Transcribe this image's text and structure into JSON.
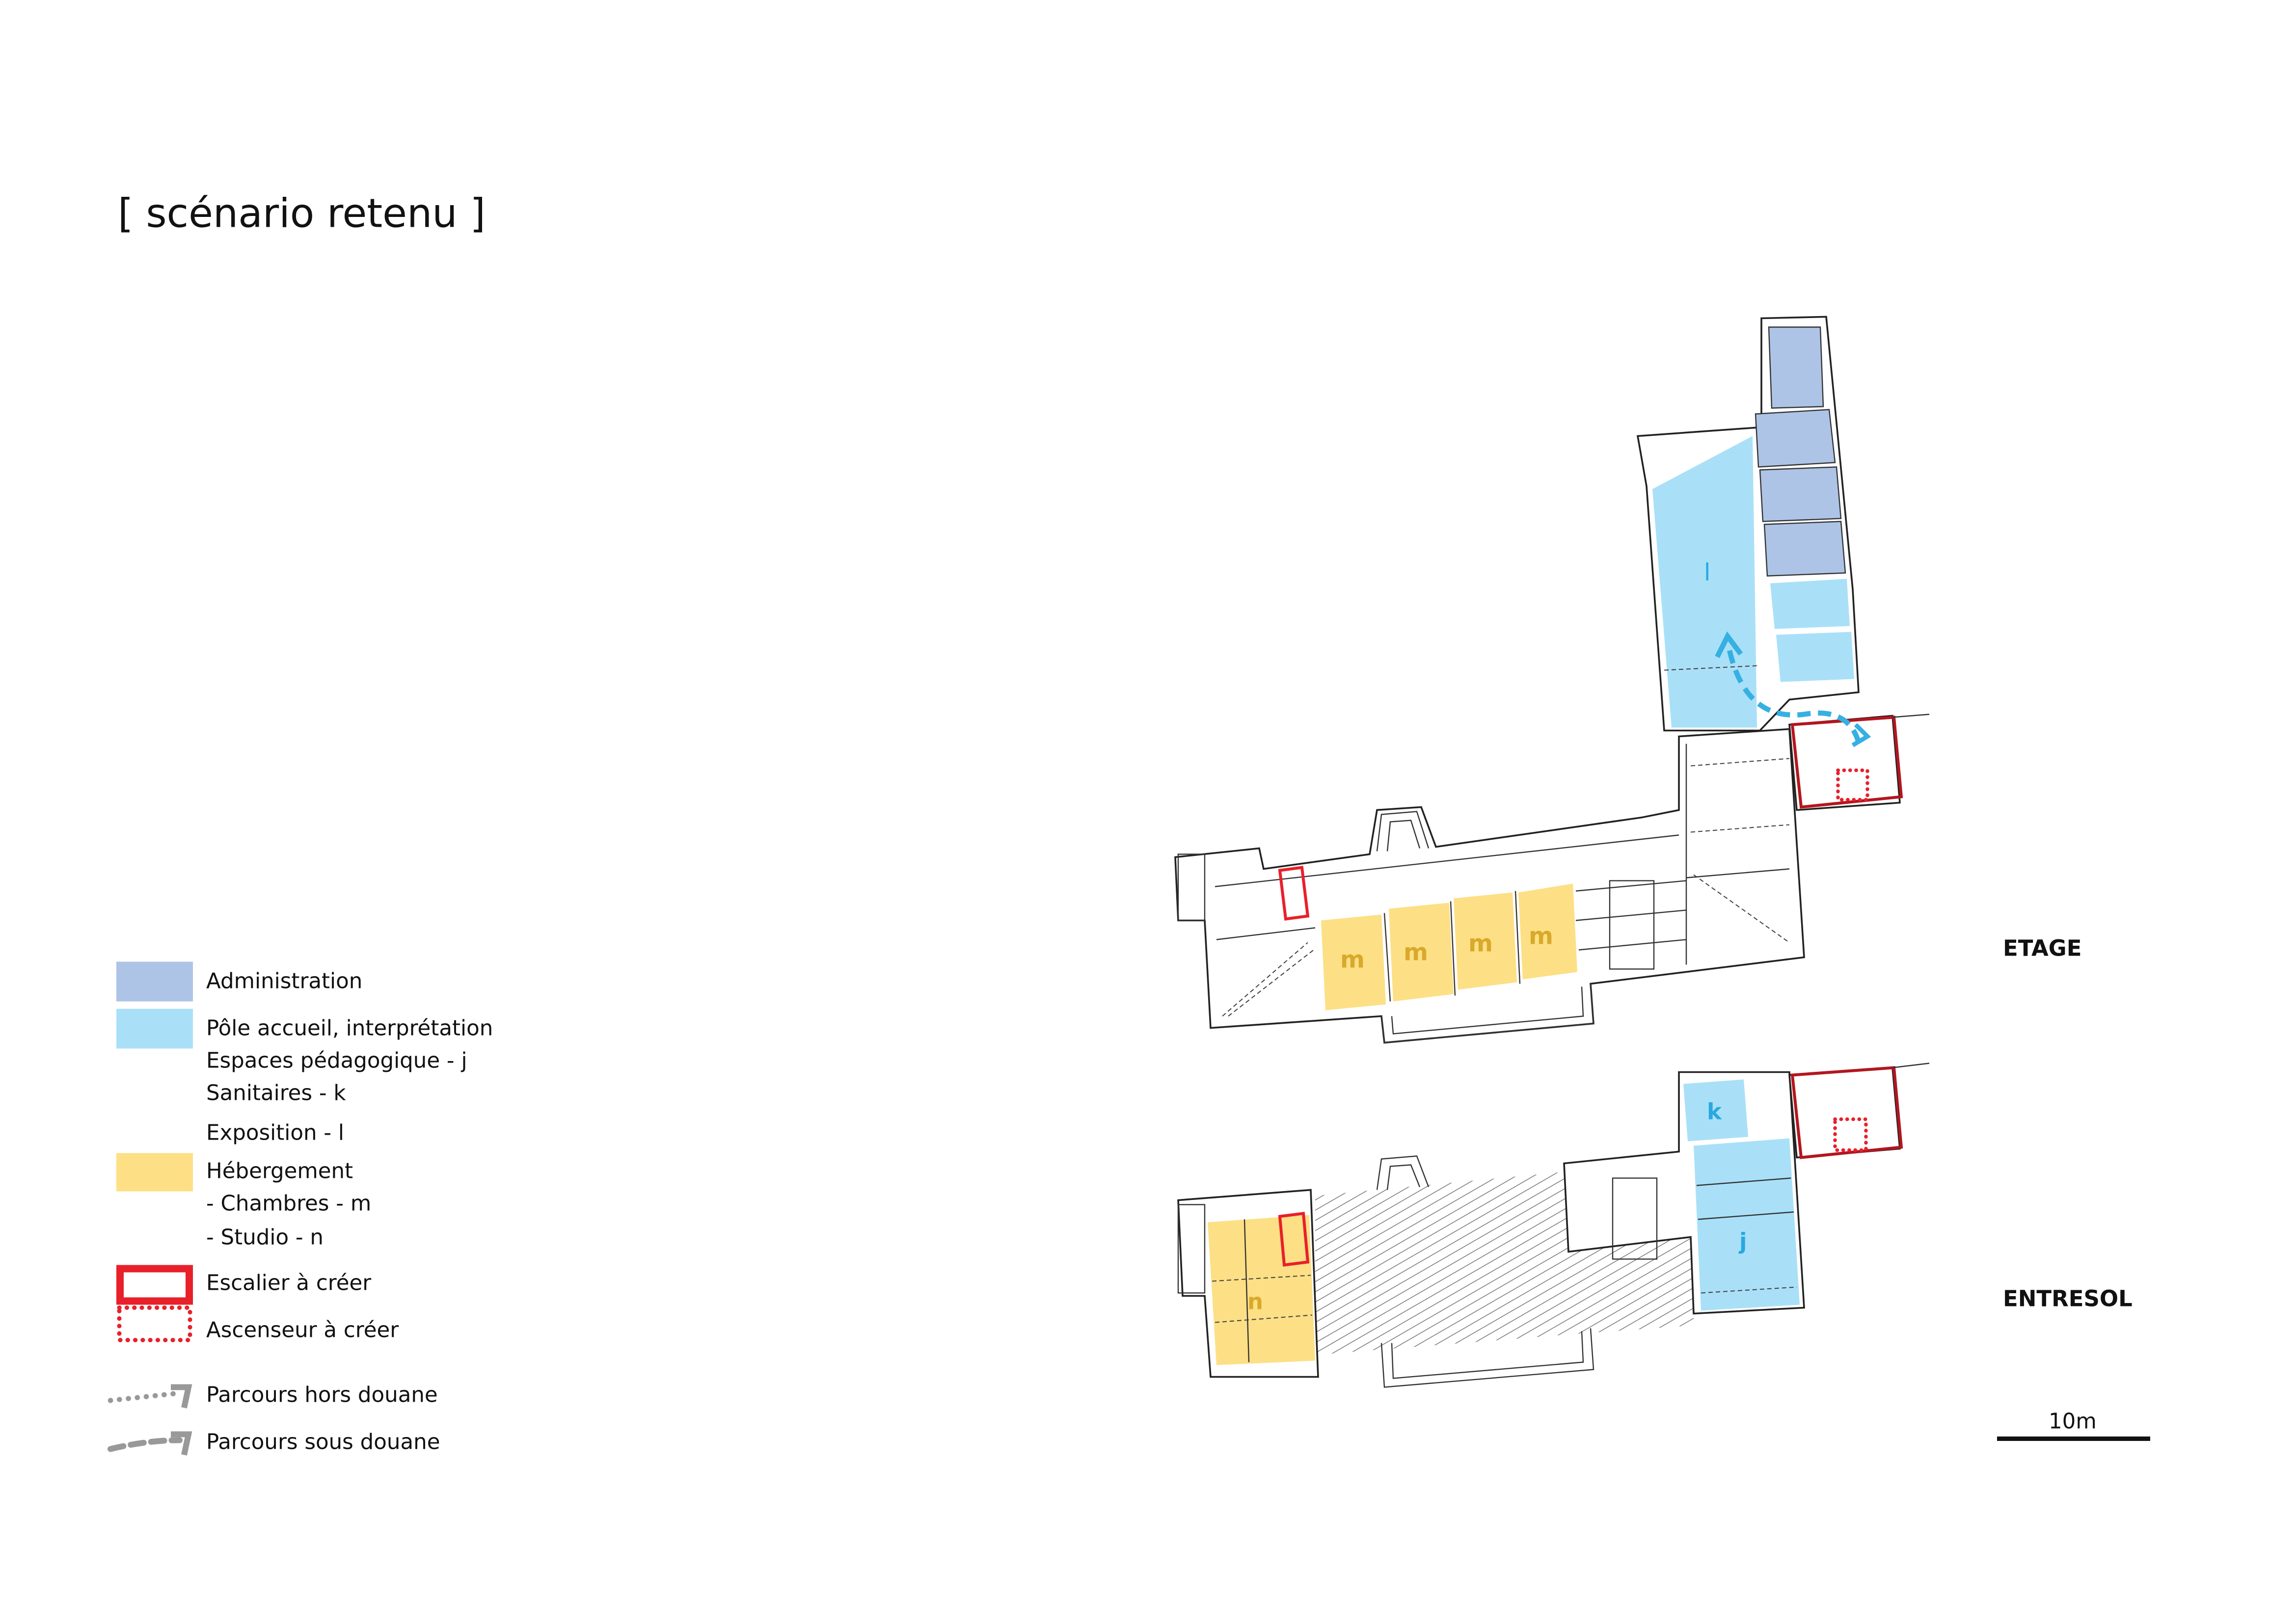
{
  "title": "[ scénario retenu ]",
  "legend": {
    "administration": "Administration",
    "pole_accueil": "Pôle accueil, interprétation",
    "espaces_pedagogique": "Espaces pédagogique - j",
    "sanitaires": "Sanitaires - k",
    "exposition": "Exposition - l",
    "hebergement": "Hébergement",
    "chambres": "- Chambres - m",
    "studio": "- Studio - n",
    "escalier": "Escalier à créer",
    "ascenseur": "Ascenseur à créer",
    "parcours_hors": "Parcours hors douane",
    "parcours_sous": "Parcours sous douane"
  },
  "colors": {
    "administration": "#adc4e6",
    "pole_accueil": "#a9e0f8",
    "hebergement": "#fddf85",
    "escalier": "#e8202a",
    "room_label_blue": "#29a8e0",
    "room_label_yellow": "#d8a92a",
    "parcours": "#999999"
  },
  "floors": {
    "etage": {
      "label": "ETAGE",
      "rooms": {
        "exposition": "l",
        "chambre": "m"
      }
    },
    "entresol": {
      "label": "ENTRESOL",
      "rooms": {
        "sanitaires": "k",
        "pedagogique": "j",
        "studio": "n"
      }
    }
  },
  "scale_bar": {
    "label": "10m"
  }
}
